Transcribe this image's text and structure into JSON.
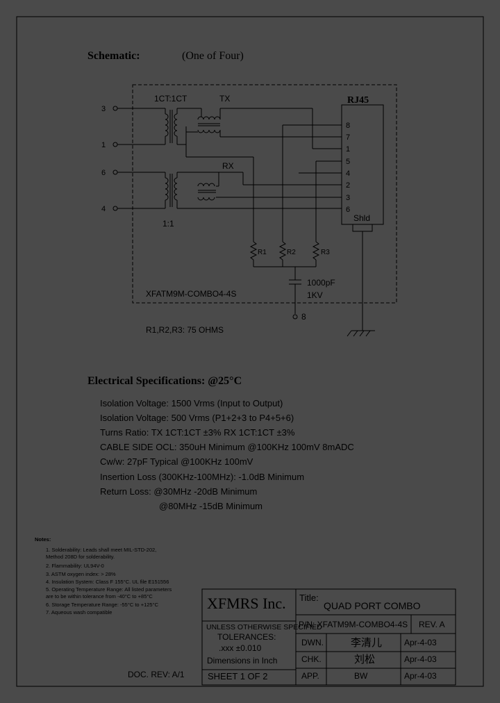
{
  "schematic": {
    "title": "Schematic:",
    "subtitle": "(One of Four)",
    "ratio_top": "1CT:1CT",
    "ratio_bottom": "1:1",
    "tx_label": "TX",
    "rx_label": "RX",
    "connector": "RJ45",
    "shield": "Shld",
    "left_pins": [
      "3",
      "1",
      "6",
      "4"
    ],
    "rj45_pins": [
      "8",
      "7",
      "1",
      "5",
      "4",
      "2",
      "3",
      "6"
    ],
    "resistors": [
      "R1",
      "R2",
      "R3"
    ],
    "cap_value": "1000pF",
    "cap_voltage": "1KV",
    "part_label": "XFATM9M-COMBO4-4S",
    "pin8": "8",
    "resistor_note": "R1,R2,R3: 75 OHMS"
  },
  "electrical": {
    "title": "Electrical  Specifications: @25°C",
    "lines": [
      "Isolation Voltage:  1500 Vrms (Input to Output)",
      "Isolation Voltage:  500 Vrms (P1+2+3 to P4+5+6)",
      "Turns Ratio: TX  1CT:1CT  ±3%  RX  1CT:1CT  ±3%",
      "CABLE SIDE OCL: 350uH Minimum  @100KHz  100mV  8mADC",
      "Cw/w: 27pF Typical @100KHz 100mV",
      "Insertion Loss (300KHz-100MHz): -1.0dB Minimum",
      "Return Loss: @30MHz   -20dB Minimum",
      "@80MHz   -15dB Minimum"
    ]
  },
  "notes": {
    "title": "Notes:",
    "items": [
      "1.  Solderability: Leads shall meet MIL-STD-202,",
      "     Method 208D for solderability.",
      "2.  Flammability: UL94V-0",
      "3.  ASTM oxygen index: > 28%",
      "4.  Insulation System: Class F 155°C. UL file E151556",
      "5.  Operating Temperature Range: All listed parameters",
      "     are to be within tolerance from -40°C to +85°C",
      "6.  Storage Temperature Range: -55°C to +125°C",
      "7.  Aqueous wash compatible"
    ]
  },
  "title_block": {
    "company": "XFMRS Inc.",
    "title_label": "Title:",
    "title": "QUAD PORT COMBO",
    "unless": "UNLESS OTHERWISE SPECIFIED",
    "tolerances": "TOLERANCES:",
    "tol_value": ".xxx ±0.010",
    "dimensions": "Dimensions in Inch",
    "sheet": "SHEET  1  OF  2",
    "pn": "P/N:  XFATM9M-COMBO4-4S",
    "rev": "REV. A",
    "dwn_label": "DWN.",
    "dwn_sig": "李清儿",
    "dwn_date": "Apr-4-03",
    "chk_label": "CHK.",
    "chk_sig": "刘松",
    "chk_date": "Apr-4-03",
    "app_label": "APP.",
    "app_sig": "BW",
    "app_date": "Apr-4-03",
    "doc_rev": "DOC. REV: A/1"
  }
}
